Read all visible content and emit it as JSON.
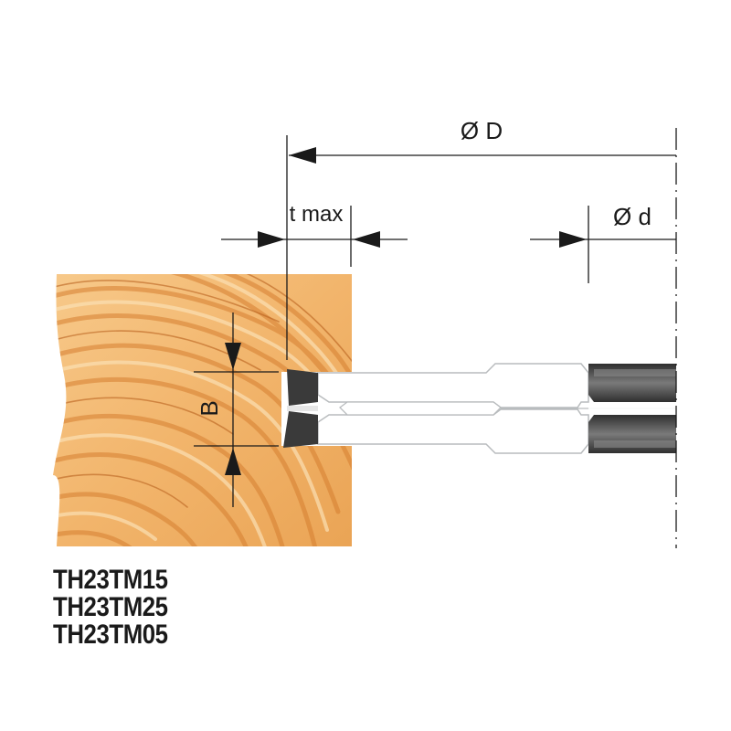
{
  "dimensions": {
    "outer_diameter_label": "Ø D",
    "bore_diameter_label": "Ø d",
    "max_depth_label": "t max",
    "width_label": "B"
  },
  "product_codes": [
    "TH23TM15",
    "TH23TM25",
    "TH23TM05"
  ],
  "colors": {
    "wood_light": "#f6c27e",
    "wood_mid": "#e89a45",
    "wood_dark": "#c9712a",
    "tool_body": "#ffffff",
    "tool_outline": "#b9bcbe",
    "carbide": "#3a3a3a",
    "hub": "#555555",
    "line": "#1a1a1a"
  }
}
